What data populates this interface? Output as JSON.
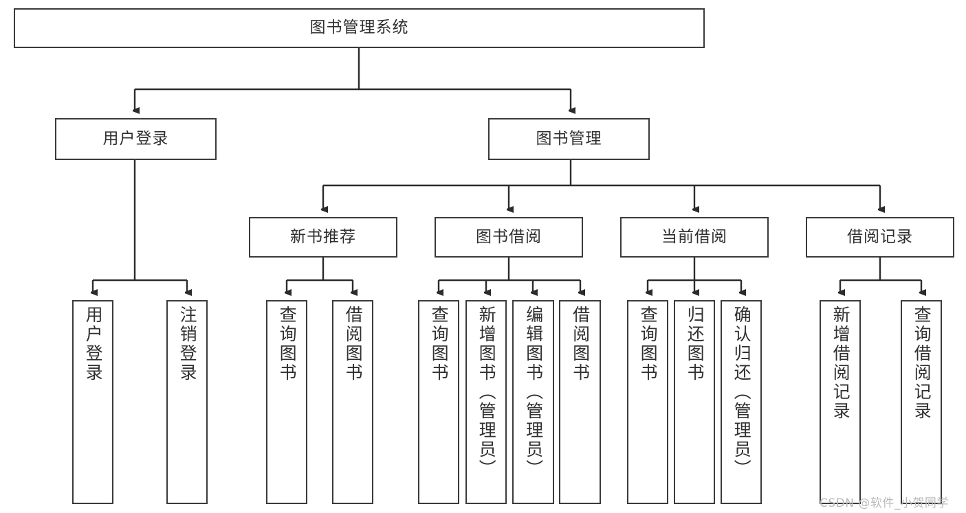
{
  "diagram": {
    "title": "图书管理系统",
    "type": "tree",
    "orientation": "top-down",
    "colors": {
      "box_border": "#3a3a3a",
      "box_fill": "#ffffff",
      "edge": "#2b2b2b",
      "text": "#303030",
      "watermark": "#b9b9b9",
      "background": "#ffffff"
    },
    "root": {
      "label": "图书管理系统"
    },
    "level2": [
      {
        "label": "用户登录"
      },
      {
        "label": "图书管理"
      }
    ],
    "level3": [
      {
        "label": "新书推荐"
      },
      {
        "label": "图书借阅"
      },
      {
        "label": "当前借阅"
      },
      {
        "label": "借阅记录"
      }
    ],
    "leaves": {
      "user_login": [
        {
          "label": "用户登录"
        },
        {
          "label": "注销登录"
        }
      ],
      "new_book_recommend": [
        {
          "label": "查询图书"
        },
        {
          "label": "借阅图书"
        }
      ],
      "book_borrow": [
        {
          "label": "查询图书"
        },
        {
          "label": "新增图书（管理员）"
        },
        {
          "label": "编辑图书（管理员）"
        },
        {
          "label": "借阅图书"
        }
      ],
      "current_borrow": [
        {
          "label": "查询图书"
        },
        {
          "label": "归还图书"
        },
        {
          "label": "确认归还（管理员）"
        }
      ],
      "borrow_record": [
        {
          "label": "新增借阅记录"
        },
        {
          "label": "查询借阅记录"
        }
      ]
    }
  },
  "watermark": {
    "text": "CSDN @软件_小贺同学"
  }
}
